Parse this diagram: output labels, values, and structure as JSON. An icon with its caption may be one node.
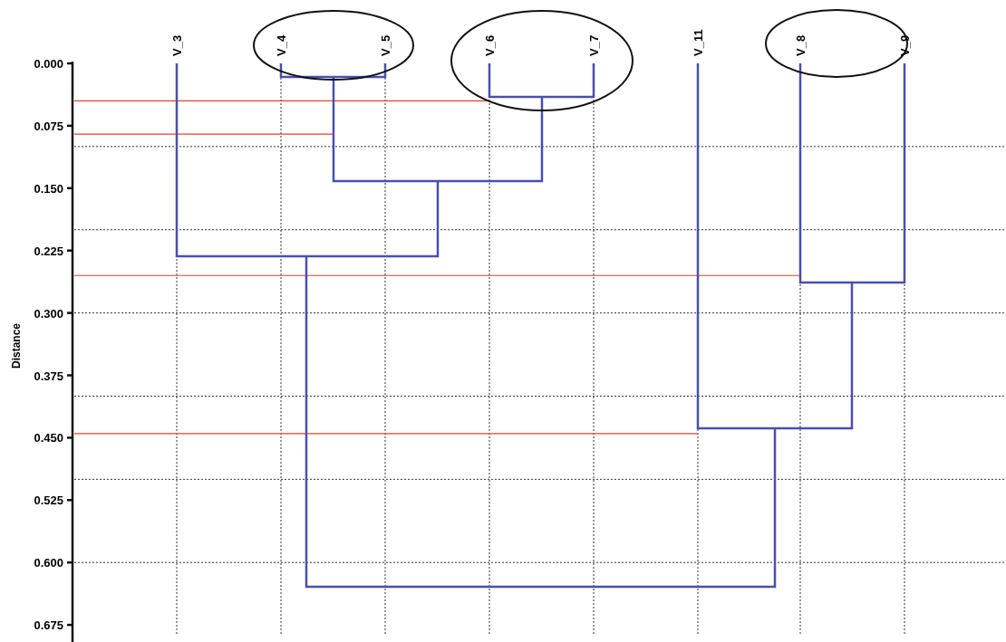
{
  "diagram": {
    "labels": [
      "V_3",
      "V_4",
      "V_5",
      "V_6",
      "V_7",
      "V_11",
      "V_8",
      "V_9",
      "0.000",
      "0.075",
      "0.150",
      "0.225",
      "0.300",
      "Distance",
      "0.375",
      "0.450",
      "0.525",
      "0.600",
      "0.675"
    ]
  }
}
